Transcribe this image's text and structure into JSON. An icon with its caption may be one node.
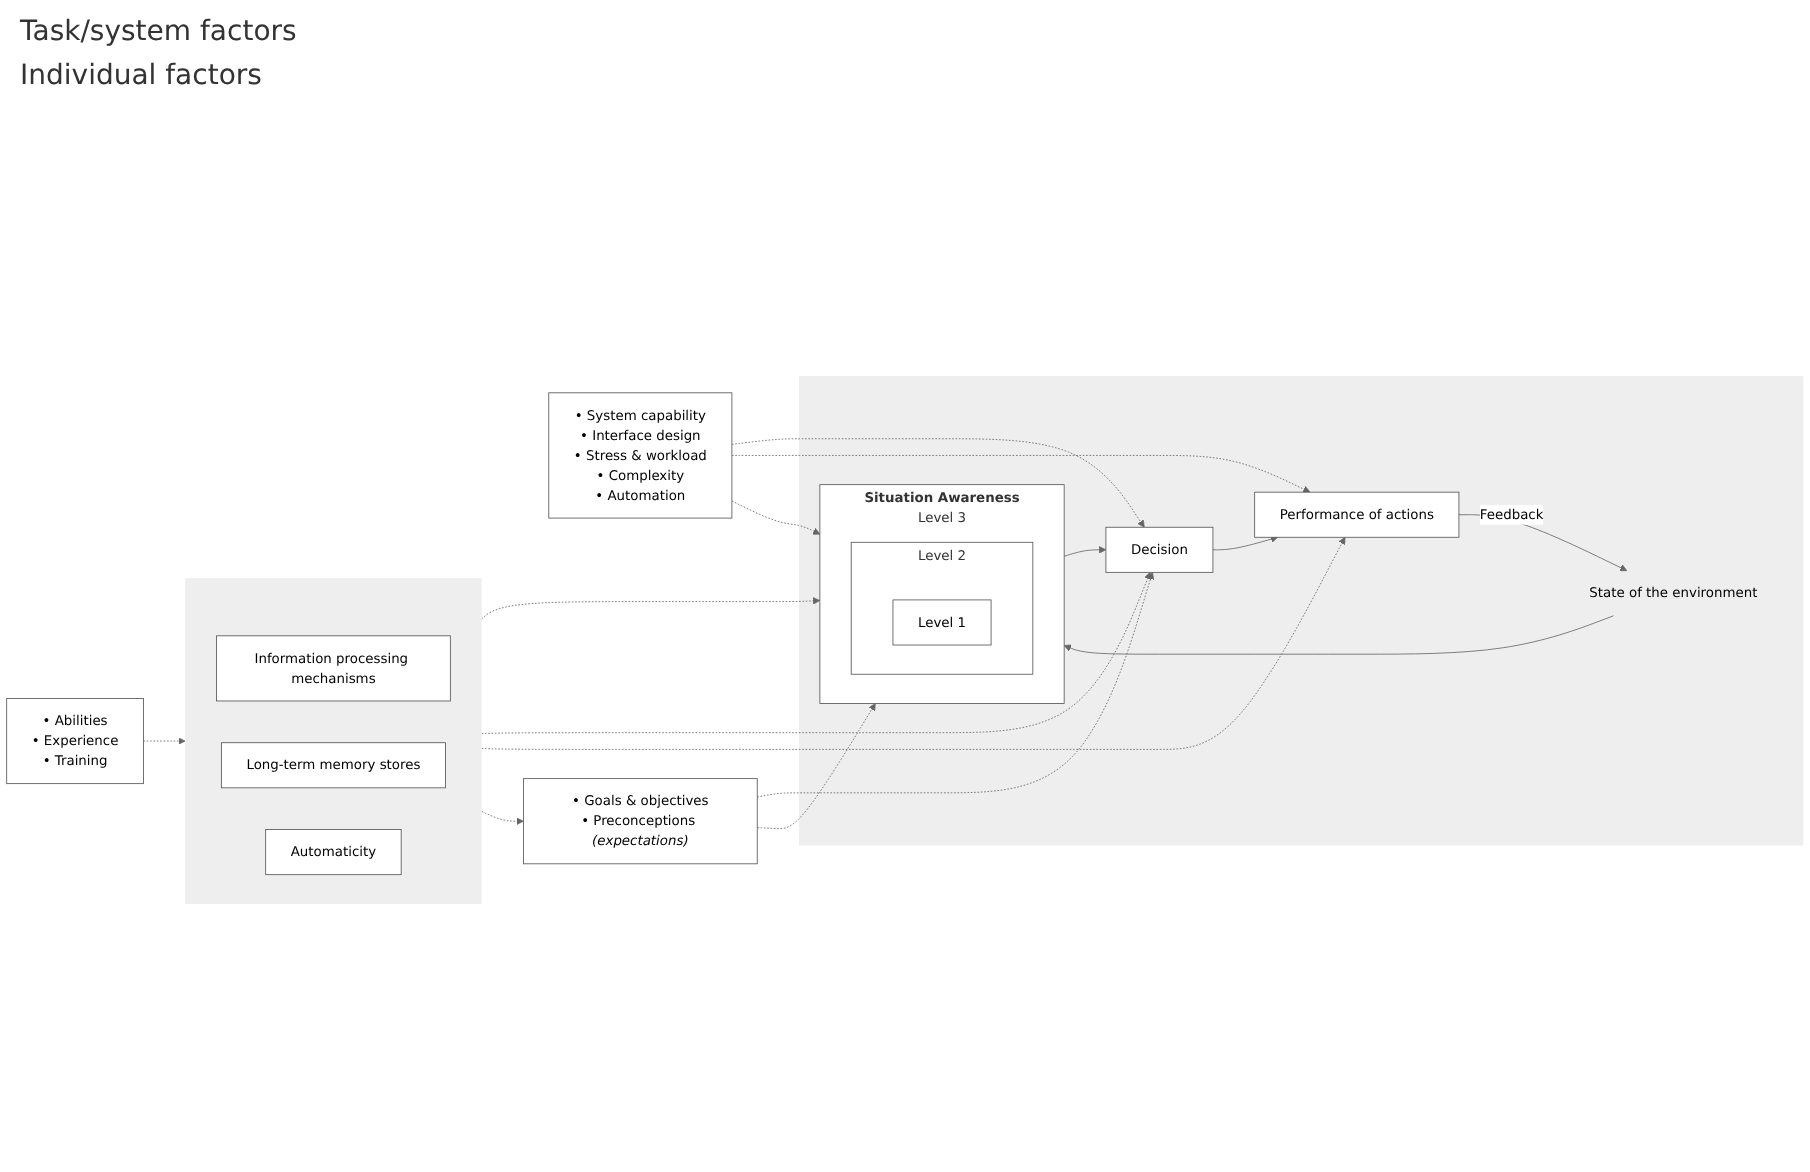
{
  "diagram": {
    "nodes": [
      {
        "text": [
          "• System capability",
          "• Interface design",
          "• Stress & workload",
          "• Complexity",
          "• Automation"
        ]
      },
      {
        "text": [],
        "shape": "band"
      },
      {
        "text": [
          "State of the environment"
        ],
        "in": 1
      },
      {
        "text": [
          "Situation Awareness",
          "Level 3"
        ],
        "in": 1
      },
      {
        "text": [
          "Level 2"
        ],
        "in": 3
      },
      {
        "text": [
          "Level 1"
        ],
        "in": 4
      },
      {
        "text": [
          "Decision"
        ],
        "in": 1
      },
      {
        "text": [
          "Performance of actions"
        ],
        "in": 1
      },
      {
        "text": [
          "• Goals & objectives",
          "• Preconceptions *(expectations)*"
        ]
      },
      {
        "text": [],
        "shape": "band"
      },
      {
        "text": [
          "Information processing mechanisms"
        ],
        "in": 9
      },
      {
        "text": [
          "Long-term memory stores"
        ],
        "in": 9
      },
      {
        "text": [
          "Automaticity"
        ],
        "in": 9
      },
      {
        "text": [
          "• Abilities",
          "• Experience",
          "• Training"
        ]
      }
    ],
    "edges": [
      {
        "from": 2,
        "to": 3,
        "arrow": "to"
      },
      {
        "from": 3,
        "to": 6,
        "arrow": "to"
      },
      {
        "from": 6,
        "to": 7,
        "arrow": "to"
      },
      {
        "from": 7,
        "to": 2,
        "arrow": "to",
        "label": "Feedback"
      },
      {
        "from": 0,
        "to": 3,
        "arrow": "to",
        "style": "dashed"
      },
      {
        "from": 0,
        "to": 6,
        "arrow": "to",
        "style": "dashed"
      },
      {
        "from": 0,
        "to": 7,
        "arrow": "to",
        "style": "dashed"
      },
      {
        "from": 8,
        "to": 3,
        "arrow": "to",
        "style": "dashed"
      },
      {
        "from": 8,
        "to": 6,
        "arrow": "to",
        "style": "dashed"
      },
      {
        "from": 9,
        "to": 3,
        "arrow": "to",
        "style": "dashed"
      },
      {
        "from": 9,
        "to": 6,
        "arrow": "to",
        "style": "dashed"
      },
      {
        "from": 9,
        "to": 7,
        "arrow": "to",
        "style": "dashed"
      },
      {
        "from": 9,
        "to": 8,
        "arrow": "to",
        "style": "dashed"
      },
      {
        "from": 13,
        "to": 9,
        "arrow": "to",
        "style": "dashed"
      }
    ],
    "labels": [
      "Task/system factors",
      "Individual factors"
    ]
  }
}
